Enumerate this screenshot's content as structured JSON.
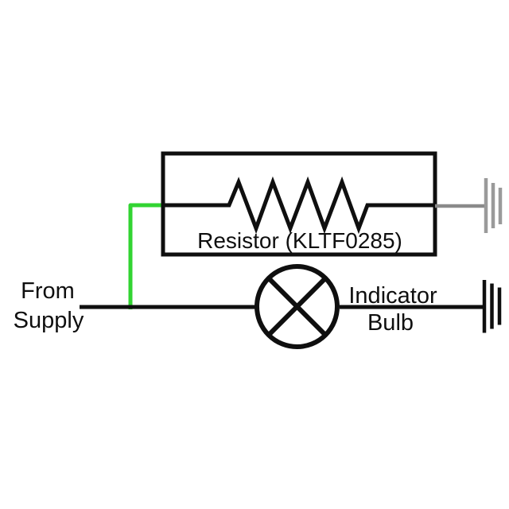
{
  "diagram": {
    "kind": "circuit-schematic",
    "labels": {
      "supply_line1": "From",
      "supply_line2": "Supply",
      "resistor": "Resistor (KLTF0285)",
      "bulb_line1": "Indicator",
      "bulb_line2": "Bulb"
    },
    "colors": {
      "wire_black": "#0f0f0f",
      "wire_green": "#32d432",
      "wire_gray": "#8a8a8a",
      "ground_gray": "#9a9a9a",
      "background": "#ffffff"
    }
  }
}
